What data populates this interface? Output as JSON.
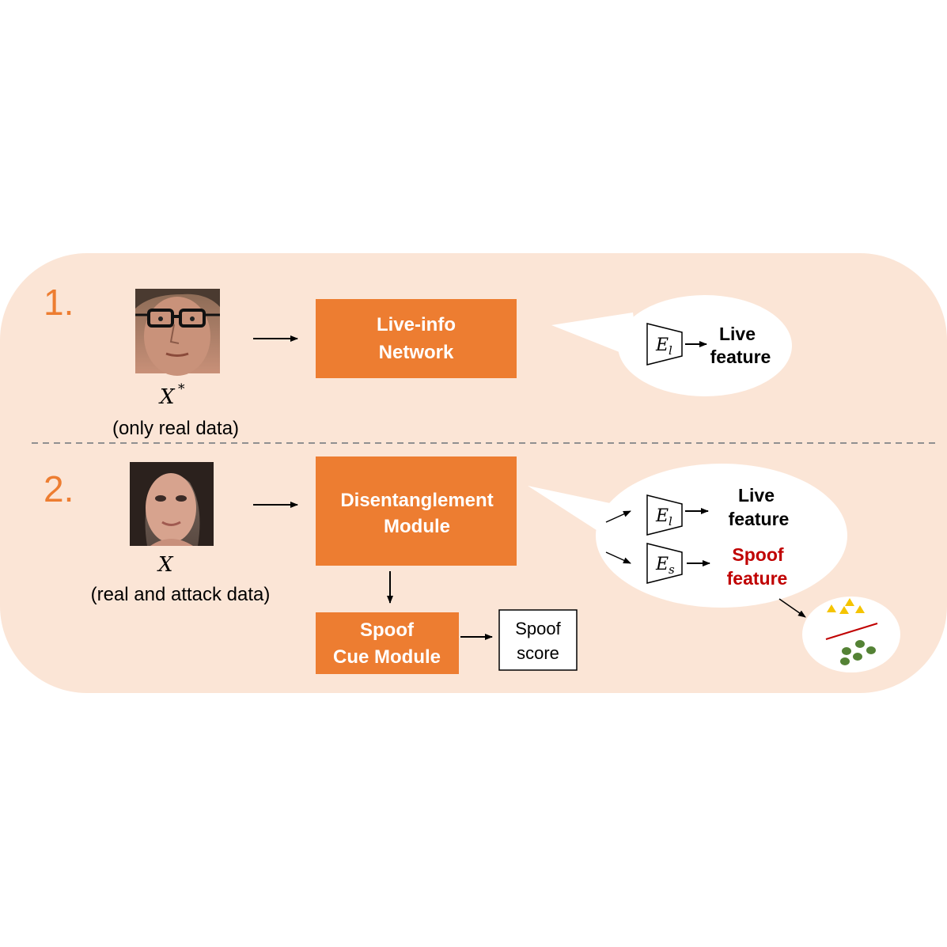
{
  "step1": {
    "number": "1.",
    "input_symbol": "X",
    "input_superscript": "*",
    "input_caption": "(only real data)",
    "network_line1": "Live-info",
    "network_line2": "Network",
    "encoder_symbol": "E",
    "encoder_subscript": "l",
    "feature_line1": "Live",
    "feature_line2": "feature"
  },
  "step2": {
    "number": "2.",
    "input_symbol": "X",
    "input_caption": "(real and attack data)",
    "module_line1": "Disentanglement",
    "module_line2": "Module",
    "cue_line1": "Spoof",
    "cue_line2": "Cue Module",
    "score_line1": "Spoof",
    "score_line2": "score",
    "live_encoder_symbol": "E",
    "live_encoder_subscript": "l",
    "live_feature_line1": "Live",
    "live_feature_line2": "feature",
    "spoof_encoder_symbol": "E",
    "spoof_encoder_subscript": "s",
    "spoof_feature_line1": "Spoof",
    "spoof_feature_line2": "feature"
  },
  "colors": {
    "panel": "#fbe5d6",
    "orange": "#ed7d31",
    "spoof_red": "#c00000",
    "triangle_yellow": "#f5c400",
    "circle_green": "#548235"
  }
}
